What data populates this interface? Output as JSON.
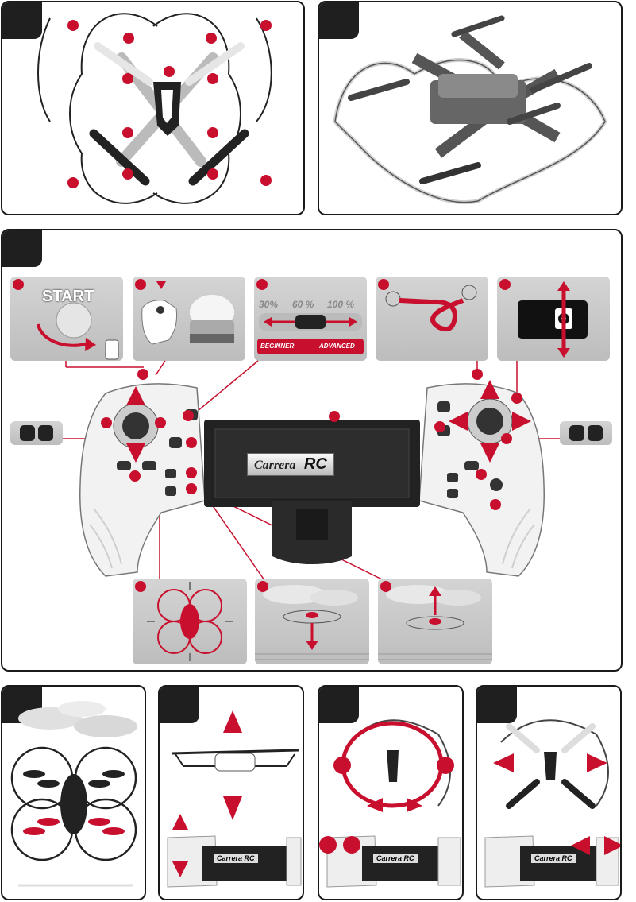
{
  "top_left": {
    "markers": 14
  },
  "control_panel": {
    "start_label": "START",
    "speed_options": [
      "30%",
      "60 %",
      "100 %"
    ],
    "mode_beginner": "BEGINNER",
    "mode_advanced": "ADVANCED",
    "brand_logo": "Carrera",
    "brand_suffix": "RC"
  },
  "bottom_row": {
    "remote_logo": "Carrera",
    "remote_suffix": "RC"
  },
  "colors": {
    "accent": "#c8102e",
    "dark": "#1f1f1f",
    "panel_gray": "#c9c9c9"
  }
}
